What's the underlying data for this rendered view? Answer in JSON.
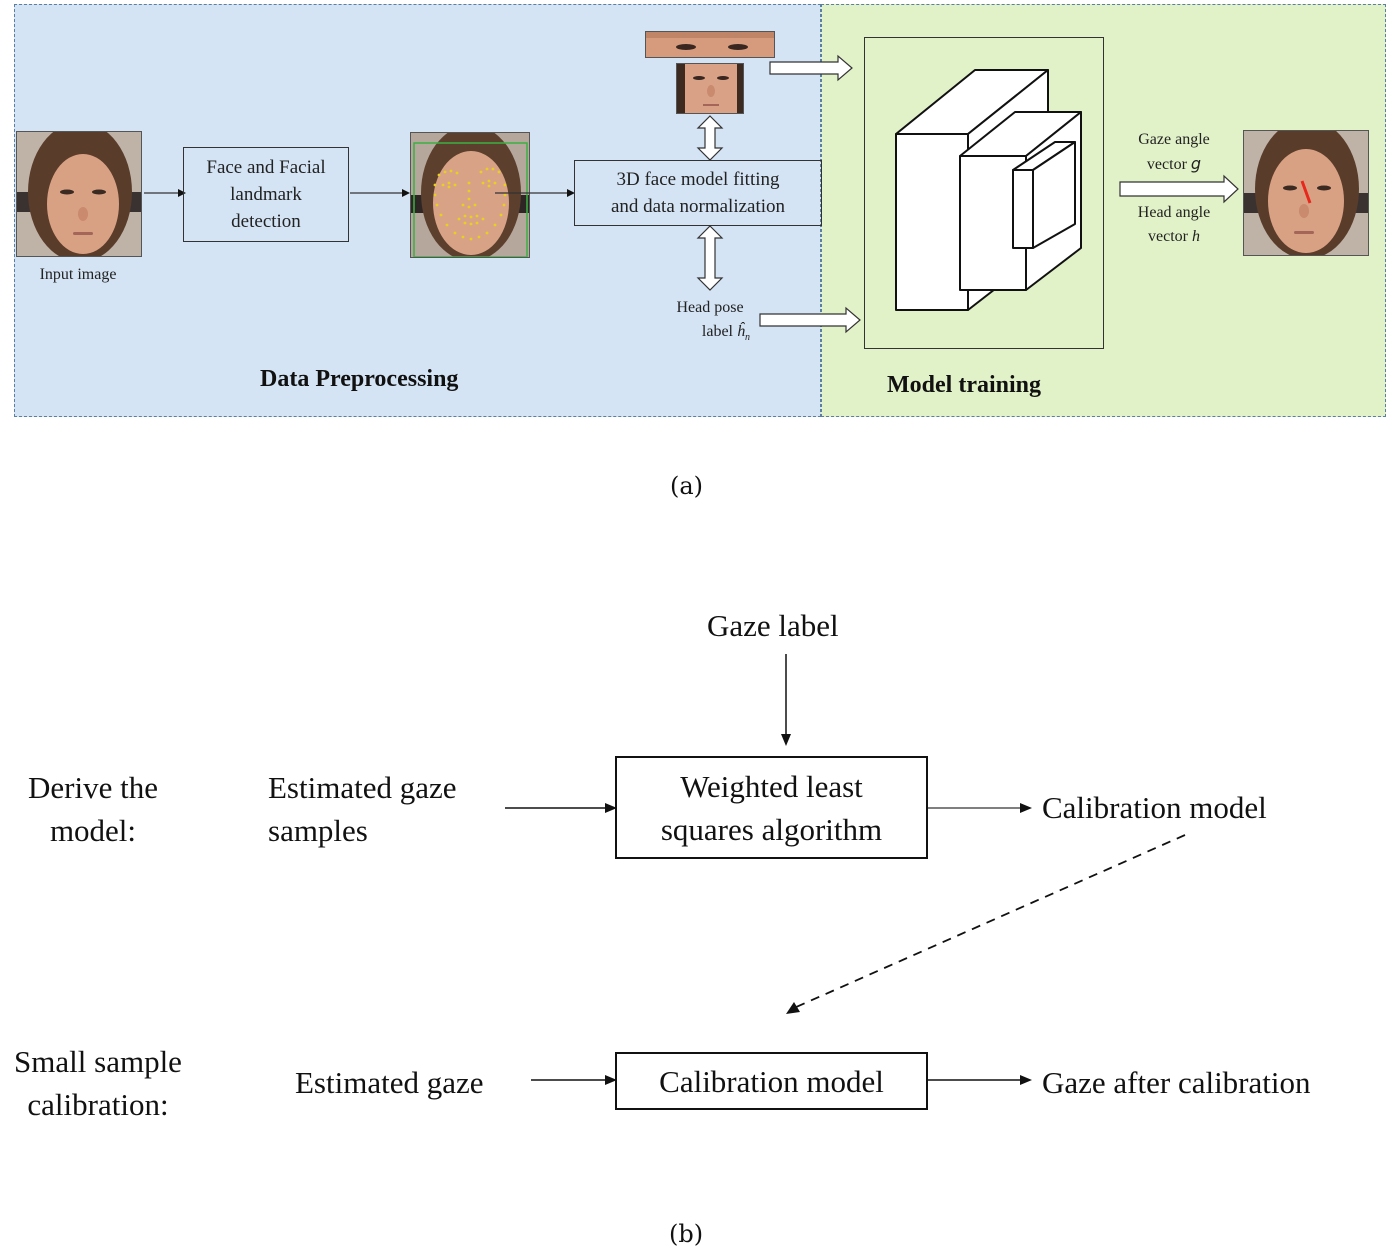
{
  "panel_a": {
    "caption": "(a)",
    "data_preprocessing": {
      "title": "Data Preprocessing",
      "input_image_label": "Input image",
      "face_detection_box": [
        "Face and Facial",
        "landmark",
        "detection"
      ],
      "fitting_box": [
        "3D face model fitting",
        "and data normalization"
      ],
      "head_pose_label": [
        "Head pose",
        "label"
      ],
      "head_pose_symbol": "ĥ",
      "head_pose_subscript": "n"
    },
    "model_training": {
      "title": "Model training",
      "gaze_label": [
        "Gaze angle",
        "vector"
      ],
      "gaze_symbol": "g",
      "head_label": [
        "Head angle",
        "vector"
      ],
      "head_symbol": "h"
    },
    "colors": {
      "preprocessing_bg": "#d4e4f4",
      "training_bg": "#e2f2c8",
      "landmark_box": "#3cb043",
      "landmark_points": "#e8d020",
      "gaze_ray": "#e8281c"
    }
  },
  "panel_b": {
    "caption": "(b)",
    "gaze_label": "Gaze label",
    "row1": {
      "stage": [
        "Derive the",
        "model:"
      ],
      "input": [
        "Estimated gaze",
        "samples"
      ],
      "process": [
        "Weighted least",
        "squares algorithm"
      ],
      "output": "Calibration model"
    },
    "row2": {
      "stage": [
        "Small sample",
        "calibration:"
      ],
      "input": "Estimated gaze",
      "process": "Calibration model",
      "output": "Gaze after calibration"
    }
  }
}
